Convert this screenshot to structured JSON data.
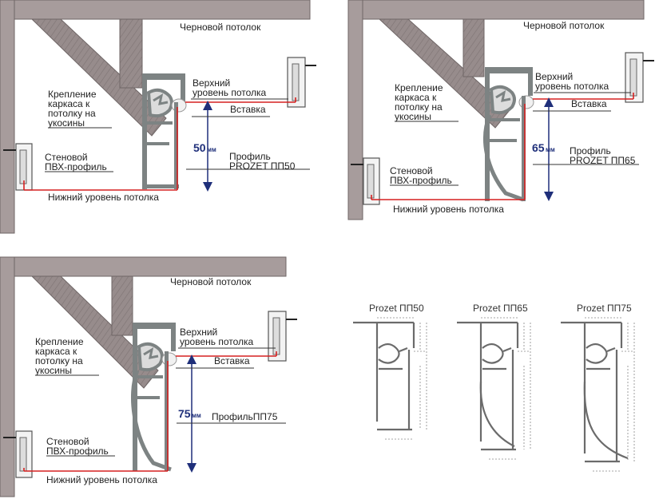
{
  "panels": [
    {
      "rough_ceiling": "Черновой потолок",
      "mount": "Крепление\nкаркаса к\nпотолку на\nукосины",
      "upper_level": "Верхний\nуровень потолка",
      "insert": "Вставка",
      "wall_profile": "Стеновой\nПВХ-профиль",
      "profile": "Профиль\nPROZET ПП50",
      "lower_level": "Нижний уровень потолка",
      "dim_value": "50",
      "dim_unit": "мм"
    },
    {
      "rough_ceiling": "Черновой потолок",
      "mount": "Крепление\nкаркаса к\nпотолку на\nукосины",
      "upper_level": "Верхний\nуровень потолка",
      "insert": "Вставка",
      "wall_profile": "Стеновой\nПВХ-профиль",
      "profile": "Профиль\nPROZET ПП65",
      "lower_level": "Нижний уровень потолка",
      "dim_value": "65",
      "dim_unit": "мм"
    },
    {
      "rough_ceiling": "Черновой потолок",
      "mount": "Крепление\nкаркаса к\nпотолку на\nукосины",
      "upper_level": "Верхний\nуровень потолка",
      "insert": "Вставка",
      "wall_profile": "Стеновой\nПВХ-профиль",
      "profile": "ПрофильПП75",
      "lower_level": "Нижний уровень потолка",
      "dim_value": "75",
      "dim_unit": "мм"
    }
  ],
  "drawings": [
    {
      "title": "Prozet ПП50"
    },
    {
      "title": "Prozet ПП65"
    },
    {
      "title": "Prozet ПП75"
    }
  ],
  "colors": {
    "ceiling": "#a79c9c",
    "ceiling_edge": "#6f6666",
    "brace": "#8a7f7f",
    "profile": "#7d8383",
    "ceiling_line": "#d62020",
    "dimension": "#1f2f7a"
  }
}
